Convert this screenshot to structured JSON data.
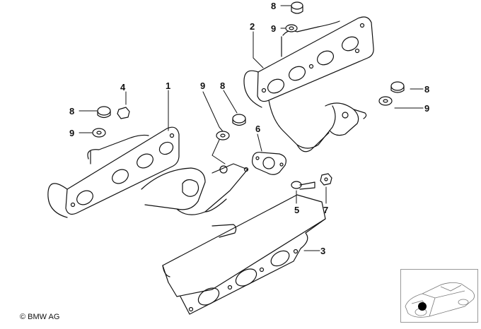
{
  "diagram": {
    "callouts": [
      {
        "id": "c8a",
        "text": "8"
      },
      {
        "id": "c9a",
        "text": "9"
      },
      {
        "id": "c2",
        "text": "2"
      },
      {
        "id": "c8b",
        "text": "8"
      },
      {
        "id": "c9b",
        "text": "9"
      },
      {
        "id": "c4",
        "text": "4"
      },
      {
        "id": "c1",
        "text": "1"
      },
      {
        "id": "c9c",
        "text": "9"
      },
      {
        "id": "c8c",
        "text": "8"
      },
      {
        "id": "c8d",
        "text": "8"
      },
      {
        "id": "c9d",
        "text": "9"
      },
      {
        "id": "c6",
        "text": "6"
      },
      {
        "id": "c5",
        "text": "5"
      },
      {
        "id": "c7",
        "text": "7"
      },
      {
        "id": "c3",
        "text": "3"
      }
    ],
    "copyright": "© BMW AG"
  },
  "colors": {
    "line": "#111111",
    "marker": "#000000"
  },
  "icons": [
    "copyright-icon",
    "car-location-thumbnail"
  ]
}
